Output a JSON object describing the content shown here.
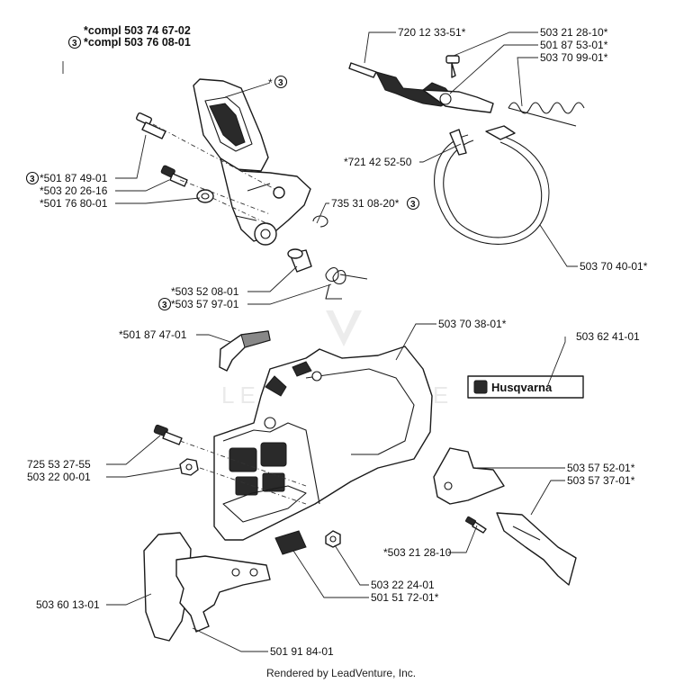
{
  "header": {
    "compl_1": "*compl 503 74 67-02",
    "compl_2_number": "3",
    "compl_2": "*compl 503 76 08-01"
  },
  "labels": {
    "p_720_12_33_51": "720 12 33-51*",
    "p_503_21_28_10_star": "503 21 28-10*",
    "p_501_87_53_01": "501 87 53-01*",
    "p_503_70_99_01": "503 70 99-01*",
    "p_ref3_top": "*",
    "p_721_42_52_50": "*721 42 52-50",
    "p_501_87_49_01": "*501 87 49-01",
    "p_503_20_26_16": "*503 20 26-16",
    "p_501_76_80_01": "*501 76 80-01",
    "p_735_31_08_20": "735 31 08-20*",
    "p_503_70_40_01": "503 70 40-01*",
    "p_503_52_08_01": "*503 52 08-01",
    "p_503_57_97_01": "*503 57 97-01",
    "p_501_87_47_01": "*501 87 47-01",
    "p_503_70_38_01": "503 70 38-01*",
    "p_503_62_41_01": "503 62 41-01",
    "p_725_53_27_55": "725 53 27-55",
    "p_503_22_00_01": "503 22 00-01",
    "p_503_57_52_01": "503 57 52-01*",
    "p_503_57_37_01": "503 57 37-01*",
    "p_503_21_28_10": "*503 21 28-10",
    "p_503_22_24_01": "503 22 24-01",
    "p_501_51_72_01": "501 51 72-01*",
    "p_503_60_13_01": "503 60 13-01",
    "p_501_91_84_01": "501 91 84-01"
  },
  "ref_marker": "3",
  "decal_text": "Husqvarna",
  "watermark": "LEADVENTURE",
  "footer": "Rendered by LeadVenture, Inc."
}
